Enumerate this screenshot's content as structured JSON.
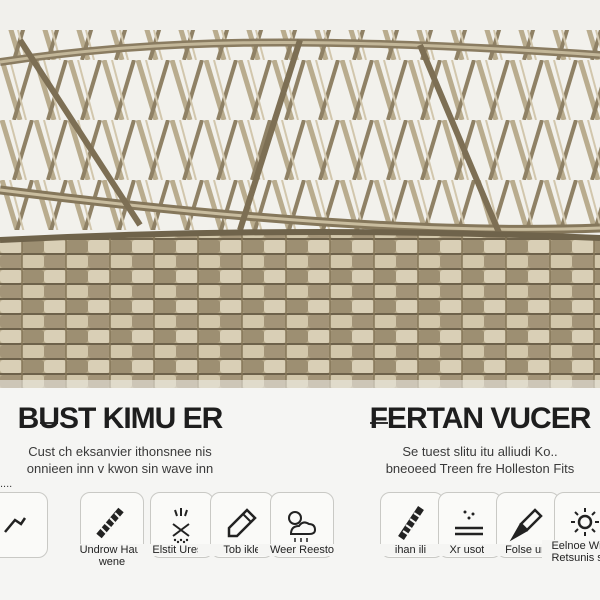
{
  "left": {
    "title": "BUST KIMU ER",
    "subtitle_1": "Cust ch eksanvier ithonsnee nis",
    "subtitle_2": "onnieen inn v kwon sin wave inn",
    "subtitle_3": "....",
    "features": [
      {
        "label": "",
        "icon": "hand-icon"
      },
      {
        "label": "Undrow Hau-wene",
        "icon": "wicker-icon"
      },
      {
        "label": "Elstit Uresm",
        "icon": "shower-icon"
      },
      {
        "label": "Tob ikle",
        "icon": "pen-icon"
      },
      {
        "label": "Weer Reesto",
        "icon": "sun-cloud-icon"
      }
    ]
  },
  "right": {
    "title": "FERTAN VUCER",
    "subtitle_1": "Se tuest slitu itu alliudi Ko..",
    "subtitle_2": "bneoeed Treen fre Holleston Fits",
    "features": [
      {
        "label": "ihan ilit",
        "icon": "wicker-icon"
      },
      {
        "label": "Xr usote",
        "icon": "rain-icon"
      },
      {
        "label": "Folse ura",
        "icon": "brush-icon"
      },
      {
        "label": "Eelnoe Wither Retsunis sinnt",
        "icon": "sun-icon"
      }
    ]
  },
  "colors": {
    "background": "#f4f4f2",
    "wicker_light": "#d6ccb4",
    "wicker_dark": "#7a6c52",
    "text": "#1e1e1e"
  }
}
